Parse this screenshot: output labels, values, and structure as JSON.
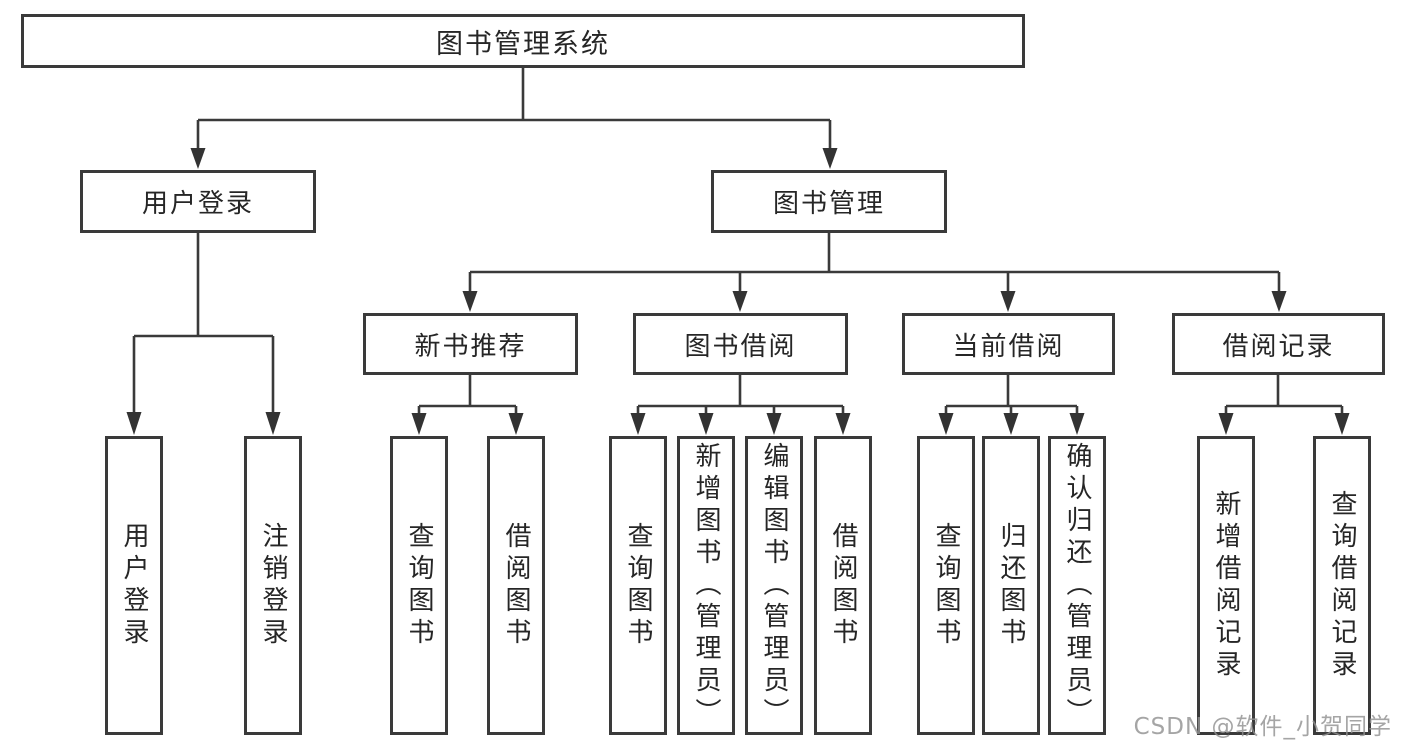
{
  "colors": {
    "line": "#3a3a3a",
    "box_border": "#3a3a3a",
    "box_fill": "#ffffff",
    "text": "#262626",
    "watermark": "#919191",
    "background": "#ffffff"
  },
  "watermark": {
    "text": "CSDN @软件_小贺同学"
  },
  "diagram": {
    "root": {
      "label": "图书管理系统"
    },
    "branches": [
      {
        "label": "用户登录",
        "children": [
          {
            "label": "用户登录"
          },
          {
            "label": "注销登录"
          }
        ]
      },
      {
        "label": "图书管理",
        "children": [
          {
            "label": "新书推荐",
            "children": [
              {
                "label": "查询图书"
              },
              {
                "label": "借阅图书"
              }
            ]
          },
          {
            "label": "图书借阅",
            "children": [
              {
                "label": "查询图书"
              },
              {
                "label": "新增图书（管理员）"
              },
              {
                "label": "编辑图书（管理员）"
              },
              {
                "label": "借阅图书"
              }
            ]
          },
          {
            "label": "当前借阅",
            "children": [
              {
                "label": "查询图书"
              },
              {
                "label": "归还图书"
              },
              {
                "label": "确认归还（管理员）"
              }
            ]
          },
          {
            "label": "借阅记录",
            "children": [
              {
                "label": "新增借阅记录"
              },
              {
                "label": "查询借阅记录"
              }
            ]
          }
        ]
      }
    ]
  }
}
